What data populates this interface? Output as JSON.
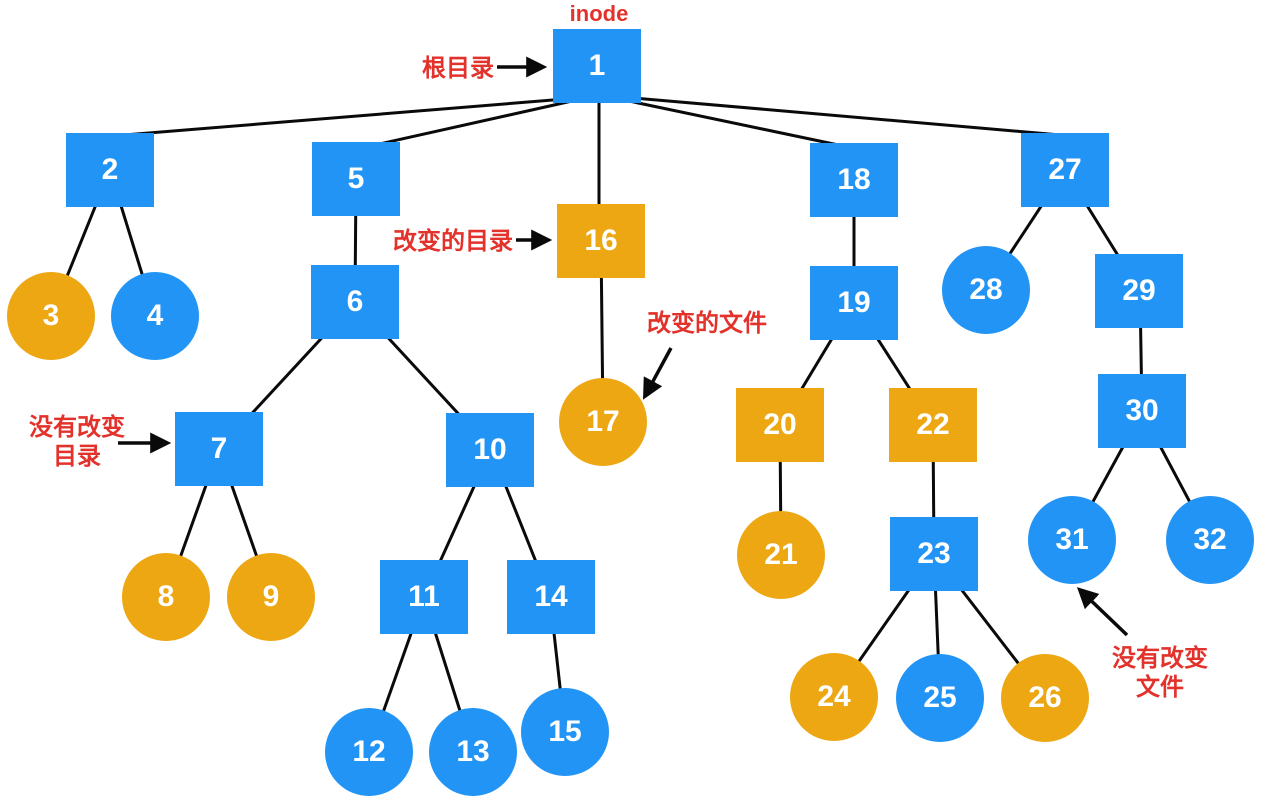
{
  "diagram": {
    "title": "inode",
    "annotations": {
      "root_dir": "根目录",
      "changed_dir": "改变的目录",
      "unchanged_dir": "没有改变\n目录",
      "changed_file": "改变的文件",
      "unchanged_file": "没有改变\n文件"
    },
    "colors": {
      "directory_blue": "#2294F5",
      "changed_orange": "#ECA712",
      "annotation_red": "#E3322B",
      "edge_black": "#0A0A0A"
    },
    "nodes": [
      {
        "id": 1,
        "label": "1",
        "shape": "square",
        "color": "blue"
      },
      {
        "id": 2,
        "label": "2",
        "shape": "square",
        "color": "blue"
      },
      {
        "id": 3,
        "label": "3",
        "shape": "circle",
        "color": "orange"
      },
      {
        "id": 4,
        "label": "4",
        "shape": "circle",
        "color": "blue"
      },
      {
        "id": 5,
        "label": "5",
        "shape": "square",
        "color": "blue"
      },
      {
        "id": 6,
        "label": "6",
        "shape": "square",
        "color": "blue"
      },
      {
        "id": 7,
        "label": "7",
        "shape": "square",
        "color": "blue"
      },
      {
        "id": 8,
        "label": "8",
        "shape": "circle",
        "color": "orange"
      },
      {
        "id": 9,
        "label": "9",
        "shape": "circle",
        "color": "orange"
      },
      {
        "id": 10,
        "label": "10",
        "shape": "square",
        "color": "blue"
      },
      {
        "id": 11,
        "label": "11",
        "shape": "square",
        "color": "blue"
      },
      {
        "id": 12,
        "label": "12",
        "shape": "circle",
        "color": "blue"
      },
      {
        "id": 13,
        "label": "13",
        "shape": "circle",
        "color": "blue"
      },
      {
        "id": 14,
        "label": "14",
        "shape": "square",
        "color": "blue"
      },
      {
        "id": 15,
        "label": "15",
        "shape": "circle",
        "color": "blue"
      },
      {
        "id": 16,
        "label": "16",
        "shape": "square",
        "color": "orange"
      },
      {
        "id": 17,
        "label": "17",
        "shape": "circle",
        "color": "orange"
      },
      {
        "id": 18,
        "label": "18",
        "shape": "square",
        "color": "blue"
      },
      {
        "id": 19,
        "label": "19",
        "shape": "square",
        "color": "blue"
      },
      {
        "id": 20,
        "label": "20",
        "shape": "square",
        "color": "orange"
      },
      {
        "id": 21,
        "label": "21",
        "shape": "circle",
        "color": "orange"
      },
      {
        "id": 22,
        "label": "22",
        "shape": "square",
        "color": "orange"
      },
      {
        "id": 23,
        "label": "23",
        "shape": "square",
        "color": "blue"
      },
      {
        "id": 24,
        "label": "24",
        "shape": "circle",
        "color": "orange"
      },
      {
        "id": 25,
        "label": "25",
        "shape": "circle",
        "color": "blue"
      },
      {
        "id": 26,
        "label": "26",
        "shape": "circle",
        "color": "orange"
      },
      {
        "id": 27,
        "label": "27",
        "shape": "square",
        "color": "blue"
      },
      {
        "id": 28,
        "label": "28",
        "shape": "circle",
        "color": "blue"
      },
      {
        "id": 29,
        "label": "29",
        "shape": "square",
        "color": "blue"
      },
      {
        "id": 30,
        "label": "30",
        "shape": "square",
        "color": "blue"
      },
      {
        "id": 31,
        "label": "31",
        "shape": "circle",
        "color": "blue"
      },
      {
        "id": 32,
        "label": "32",
        "shape": "circle",
        "color": "blue"
      }
    ],
    "edges": [
      [
        1,
        2
      ],
      [
        1,
        5
      ],
      [
        1,
        16
      ],
      [
        1,
        18
      ],
      [
        1,
        27
      ],
      [
        2,
        3
      ],
      [
        2,
        4
      ],
      [
        5,
        6
      ],
      [
        6,
        7
      ],
      [
        6,
        10
      ],
      [
        7,
        8
      ],
      [
        7,
        9
      ],
      [
        10,
        11
      ],
      [
        10,
        14
      ],
      [
        11,
        12
      ],
      [
        11,
        13
      ],
      [
        14,
        15
      ],
      [
        16,
        17
      ],
      [
        18,
        19
      ],
      [
        19,
        20
      ],
      [
        19,
        22
      ],
      [
        20,
        21
      ],
      [
        22,
        23
      ],
      [
        23,
        24
      ],
      [
        23,
        25
      ],
      [
        23,
        26
      ],
      [
        27,
        28
      ],
      [
        27,
        29
      ],
      [
        29,
        30
      ],
      [
        30,
        31
      ],
      [
        30,
        32
      ]
    ]
  }
}
